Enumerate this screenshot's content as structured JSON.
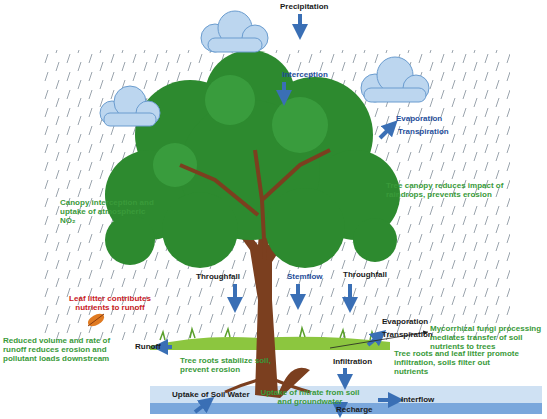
{
  "diagram": {
    "labels": [
      "Precipitation",
      "Interception",
      "Evaporation",
      "Transpiration",
      "Canopy interception and uptake of atmospheric NO₂",
      "Tree canopy reduces impact of raindrops, prevents erosion",
      "Throughfall",
      "Stemflow",
      "Throughfall",
      "Leaf litter contributes nutrients to runoff",
      "Evaporation",
      "Transpiration",
      "Mycorrhizal fungi processing mediates transfer of soil nutrients to trees",
      "Runoff",
      "Reduced volume and rate of runoff reduces erosion and pollutant loads downstream",
      "Tree roots stabilize soil, prevent erosion",
      "Infiltration",
      "Tree roots and leaf litter promote infiltration, soils filter out nutrients",
      "Uptake of Soil Water",
      "Uptake of nitrate from soil and groundwater",
      "Recharge",
      "Interflow"
    ]
  }
}
